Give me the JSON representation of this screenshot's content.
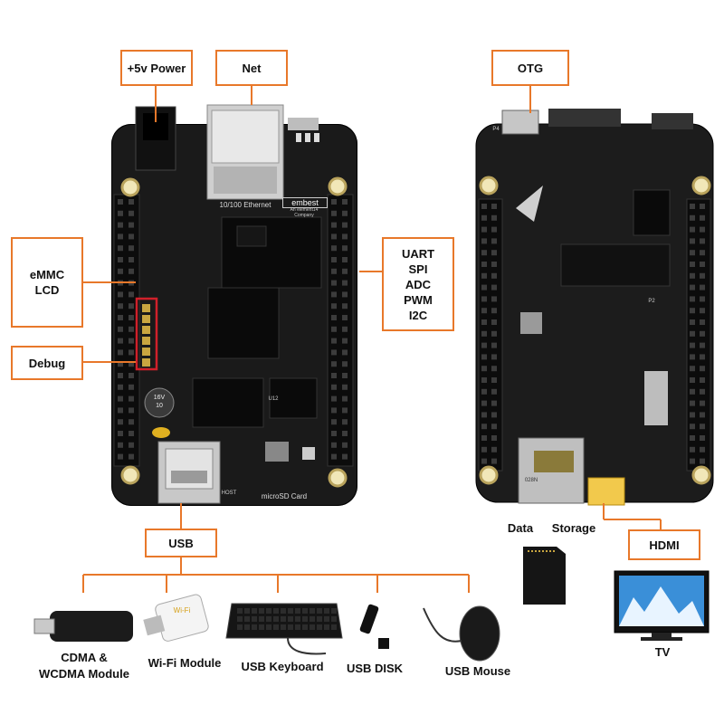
{
  "labels": {
    "power": "+5v Power",
    "net": "Net",
    "otg": "OTG",
    "emmc_lcd": [
      "eMMC",
      "LCD"
    ],
    "debug": "Debug",
    "uart_group": [
      "UART",
      "SPI",
      "ADC",
      "PWM",
      "I2C"
    ],
    "usb": "USB",
    "hdmi": "HDMI",
    "data": "Data",
    "storage": "Storage"
  },
  "board_text": {
    "ethernet": "10/100 Ethernet",
    "brand": "embest",
    "brand_sub": "An element14 Company",
    "microsd": "microSD Card",
    "cap_value": "16V",
    "cap_value2": "10",
    "chip": "U12",
    "otg_port": "P4",
    "p2": "P2",
    "sd_slot": "028N",
    "usb_label": "HOST"
  },
  "devices": [
    {
      "id": "cdma",
      "label": [
        "CDMA &",
        "WCDMA Module"
      ]
    },
    {
      "id": "wifi",
      "label": [
        "Wi-Fi Module"
      ],
      "mark": "Wi-Fi"
    },
    {
      "id": "keyboard",
      "label": [
        "USB Keyboard"
      ]
    },
    {
      "id": "disk",
      "label": [
        "USB DISK"
      ]
    },
    {
      "id": "mouse",
      "label": [
        "USB Mouse"
      ]
    }
  ],
  "tv": {
    "label": "TV"
  },
  "colors": {
    "accent": "#e8782a",
    "board": "#1a1a1a",
    "header": "#0e0e0e"
  }
}
